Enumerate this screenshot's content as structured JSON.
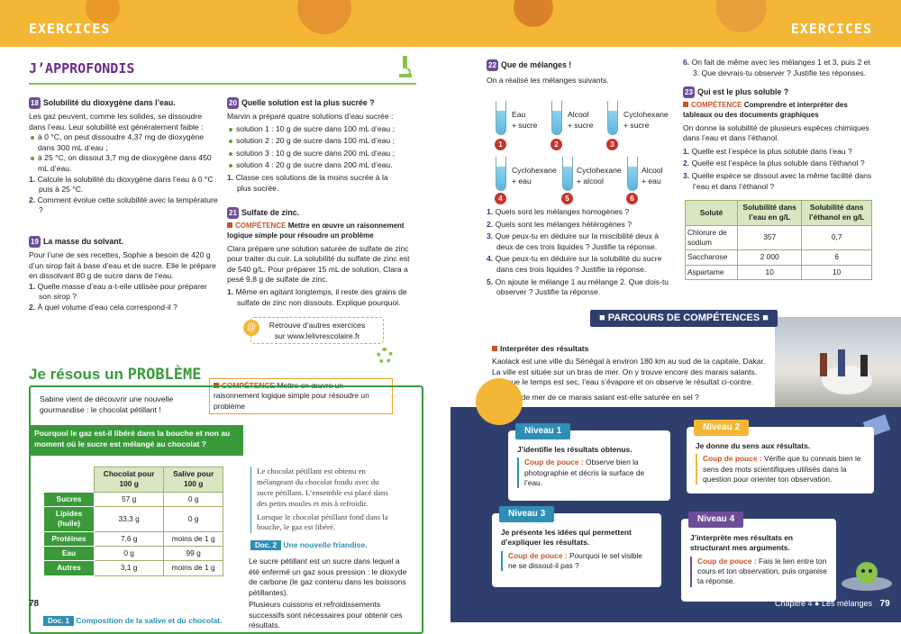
{
  "banner": {
    "left_title": "EXERCICES",
    "right_title": "EXERCICES"
  },
  "left": {
    "section_title": "J’APPROFONDIS",
    "ex18": {
      "num": "18",
      "title": "Solubilité du dioxygène dans l’eau.",
      "intro": "Les gaz peuvent, comme les solides, se dissoudre dans l’eau. Leur solubilité est généralement faible :",
      "bullets": [
        "à 0 °C, on peut dissoudre 4,37 mg de dioxygène dans 300 mL d’eau ;",
        "à 25 °C, on dissout 3,7 mg de dioxygène dans 450 mL d’eau."
      ],
      "q": [
        {
          "n": "1.",
          "t": "Calcule la solubilité du dioxygène dans l’eau à 0 °C puis à 25 °C."
        },
        {
          "n": "2.",
          "t": "Comment évolue cette solubilité avec la température ?"
        }
      ]
    },
    "ex19": {
      "num": "19",
      "title": "La masse du solvant.",
      "intro": "Pour l’une de ses recettes, Sophie a besoin de 420 g d’un sirop fait à base d’eau et de sucre. Elle le prépare en dissolvant 80 g de sucre dans de l’eau.",
      "q": [
        {
          "n": "1.",
          "t": "Quelle masse d’eau a-t-elle utilisée pour préparer son sirop ?"
        },
        {
          "n": "2.",
          "t": "À quel volume d’eau cela correspond-il ?"
        }
      ]
    },
    "ex20": {
      "num": "20",
      "title": "Quelle solution est la plus sucrée ?",
      "intro": "Marvin a préparé quatre solutions d’eau sucrée :",
      "bullets": [
        "solution 1 : 10 g de sucre dans 100 mL d’eau ;",
        "solution 2 : 20 g de sucre dans 100 mL d’eau ;",
        "solution 3 : 10 g de sucre dans 200 mL d’eau ;",
        "solution 4 : 20 g de sucre dans 200 mL d’eau."
      ],
      "q": [
        {
          "n": "1.",
          "t": "Classe ces solutions de la moins sucrée à la plus sucrée."
        }
      ]
    },
    "ex21": {
      "num": "21",
      "title": "Sulfate de zinc.",
      "comp_label": "COMPÉTENCE",
      "comp_text": "Mettre en œuvre un raisonnement logique simple pour résoudre un problème",
      "intro": "Clara prépare une solution saturée de sulfate de zinc pour traiter du cuir. La solubilité du sulfate de zinc est de 540 g/L. Pour préparer 15 mL de solution, Clara a pesé 9,8 g de sulfate de zinc.",
      "q": [
        {
          "n": "1.",
          "t": "Même en agitant longtemps, il reste des grains de sulfate de zinc non dissouts. Explique pourquoi."
        }
      ]
    },
    "web": {
      "line1": "Retrouve d’autres exercices",
      "line2": "sur www.lelivrescolaire.fr"
    },
    "probleme": {
      "title_a": "Je résous un ",
      "title_b": "PROBLÈME",
      "comp_label": "COMPÉTENCE",
      "comp_text": "Mettre en œuvre un raisonnement logique simple pour résoudre un problème",
      "intro": "Sabine vient de découvrir une nouvelle gourmandise : le chocolat pétillant !",
      "question": "Pourquoi le gaz est-il libéré dans la bouche et non au moment où le sucre est mélangé au chocolat ?",
      "table": {
        "headers": [
          "Chocolat pour 100 g",
          "Salive pour 100 g"
        ],
        "rows": [
          {
            "label": "Sucres",
            "a": "57 g",
            "b": "0 g"
          },
          {
            "label": "Lipides (huile)",
            "a": "33,3 g",
            "b": "0 g"
          },
          {
            "label": "Protéines",
            "a": "7,6 g",
            "b": "moins de 1 g"
          },
          {
            "label": "Eau",
            "a": "0 g",
            "b": "99 g"
          },
          {
            "label": "Autres",
            "a": "3,1 g",
            "b": "moins de 1 g"
          }
        ]
      },
      "doc1_tag": "Doc. 1",
      "doc1_cap": "Composition de la salive et du chocolat.",
      "doc2_text_1": "Le chocolat pétillant est obtenu en mélangeant du chocolat fondu avec du sucre pétillant. L’ensemble est placé dans des petits moules et mis à refroidir.",
      "doc2_text_2": "Lorsque le chocolat pétillant fond dans la bouche, le gaz est libéré.",
      "doc2_tag": "Doc. 2",
      "doc2_cap": "Une nouvelle friandise.",
      "doc2_p1": "Le sucre pétillant est un sucre dans lequel a été enfermé un gaz sous pression : le dioxyde de carbone (le gaz contenu dans les boissons pétillantes).",
      "doc2_p2": "Plusieurs cuissons et refroidissements successifs sont nécessaires pour obtenir ces résultats."
    },
    "page_number": "78"
  },
  "right": {
    "ex22": {
      "num": "22",
      "title": "Que de mélanges !",
      "intro": "On a réalisé les mélanges suivants.",
      "tubes": [
        {
          "n": "1",
          "l1": "Eau",
          "l2": "+ sucre"
        },
        {
          "n": "2",
          "l1": "Alcool",
          "l2": "+ sucre"
        },
        {
          "n": "3",
          "l1": "Cyclohexane",
          "l2": "+ sucre"
        },
        {
          "n": "4",
          "l1": "Cyclohexane",
          "l2": "+ eau"
        },
        {
          "n": "5",
          "l1": "Cyclohexane",
          "l2": "+ alcool"
        },
        {
          "n": "6",
          "l1": "Alcool",
          "l2": "+ eau"
        }
      ],
      "q": [
        {
          "n": "1.",
          "t": "Quels sont les mélanges homogènes ?"
        },
        {
          "n": "2.",
          "t": "Quels sont les mélanges hétérogènes ?"
        },
        {
          "n": "3.",
          "t": "Que peux-tu en déduire sur la miscibilité deux à deux de ces trois liquides ? Justifie ta réponse."
        },
        {
          "n": "4.",
          "t": "Que peux-tu en déduire sur la solubilité du sucre dans ces trois liquides ? Justifie ta réponse."
        },
        {
          "n": "5.",
          "t": "On ajoute le mélange 1 au mélange 2. Que dois-tu observer ? Justifie ta réponse."
        }
      ]
    },
    "q6": {
      "n": "6.",
      "t": "On fait de même avec les mélanges 1 et 3, puis 2 et 3. Que devrais-tu observer ? Justifie tes réponses."
    },
    "ex23": {
      "num": "23",
      "title": "Qui est le plus soluble ?",
      "comp_label": "COMPÉTENCE",
      "comp_text": "Comprendre et interpréter des tableaux ou des documents graphiques",
      "intro": "On donne la solubilité de plusieurs espèces chimiques dans l’eau et dans l’éthanol.",
      "q": [
        {
          "n": "1.",
          "t": "Quelle est l’espèce la plus soluble dans l’eau ?"
        },
        {
          "n": "2.",
          "t": "Quelle est l’espèce la plus soluble dans l’éthanol ?"
        },
        {
          "n": "3.",
          "t": "Quelle espèce se dissout avec la même facilité dans l’eau et dans l’éthanol ?"
        }
      ],
      "table": {
        "headers": [
          "Soluté",
          "Solubilité dans l’eau en g/L",
          "Solubilité dans l’éthanol en g/L"
        ],
        "rows": [
          [
            "Chlorure de sodium",
            "357",
            "0,7"
          ],
          [
            "Saccharose",
            "2 000",
            "6"
          ],
          [
            "Aspartame",
            "10",
            "10"
          ]
        ]
      }
    },
    "parcours": {
      "title": "PARCOURS DE COMPÉTENCES",
      "sub": "Interpréter des résultats",
      "text": "Kaolack est une ville du Sénégal à environ 180 km au sud de la capitale, Dakar. La ville est située sur un bras de mer. On y trouve encore des marais salants. Lorsque le temps est sec, l’eau s’évapore et on observe le résultat ci-contre.",
      "question": "L’eau de mer de ce marais salant est-elle saturée en sel ?",
      "n1": {
        "tag": "Niveau 1",
        "title": "J’identifie les résultats obtenus.",
        "coup": "Coup de pouce :",
        "text": "Observe bien la photographie et décris la surface de l’eau."
      },
      "n2": {
        "tag": "Niveau 2",
        "title": "Je donne du sens aux résultats.",
        "coup": "Coup de pouce :",
        "text": "Vérifie que tu connais bien le sens des mots scientifiques utilisés dans la question pour orienter ton observation."
      },
      "n3": {
        "tag": "Niveau 3",
        "title": "Je présente les idées qui permettent d’expliquer les résultats.",
        "coup": "Coup de pouce :",
        "text": "Pourquoi le sel visible ne se dissout-il pas ?"
      },
      "n4": {
        "tag": "Niveau 4",
        "title": "J’interprète mes résultats en structurant mes arguments.",
        "coup": "Coup de pouce :",
        "text": "Fais le lien entre ton cours et ton observation, puis organise ta réponse."
      }
    },
    "footer": {
      "chapter": "Chapitre 4",
      "title": "Les mélanges",
      "page_number": "79"
    }
  }
}
